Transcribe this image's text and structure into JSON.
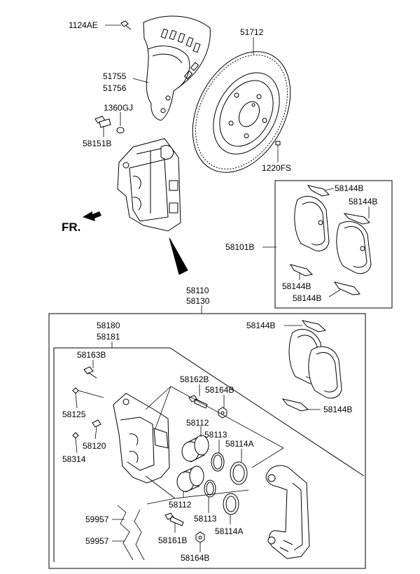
{
  "direction_label": "FR.",
  "labels": {
    "p1124AE": "1124AE",
    "p51712": "51712",
    "p51755": "51755",
    "p51756": "51756",
    "p1360GJ": "1360GJ",
    "p58151B": "58151B",
    "p1220FS": "1220FS",
    "p58144B_a": "58144B",
    "p58144B_b": "58144B",
    "p58101B": "58101B",
    "p58144B_c": "58144B",
    "p58144B_d": "58144B",
    "p58110": "58110",
    "p58130": "58130",
    "p58180": "58180",
    "p58181": "58181",
    "p58144B_e": "58144B",
    "p58163B": "58163B",
    "p58162B": "58162B",
    "p58164B_a": "58164B",
    "p58125": "58125",
    "p58112_a": "58112",
    "p58113_a": "58113",
    "p58114A_a": "58114A",
    "p58144B_f": "58144B",
    "p58120": "58120",
    "p58314": "58314",
    "p58112_b": "58112",
    "p58113_b": "58113",
    "p58114A_b": "58114A",
    "p59957_a": "59957",
    "p59957_b": "59957",
    "p58161B": "58161B",
    "p58164B_b": "58164B"
  }
}
